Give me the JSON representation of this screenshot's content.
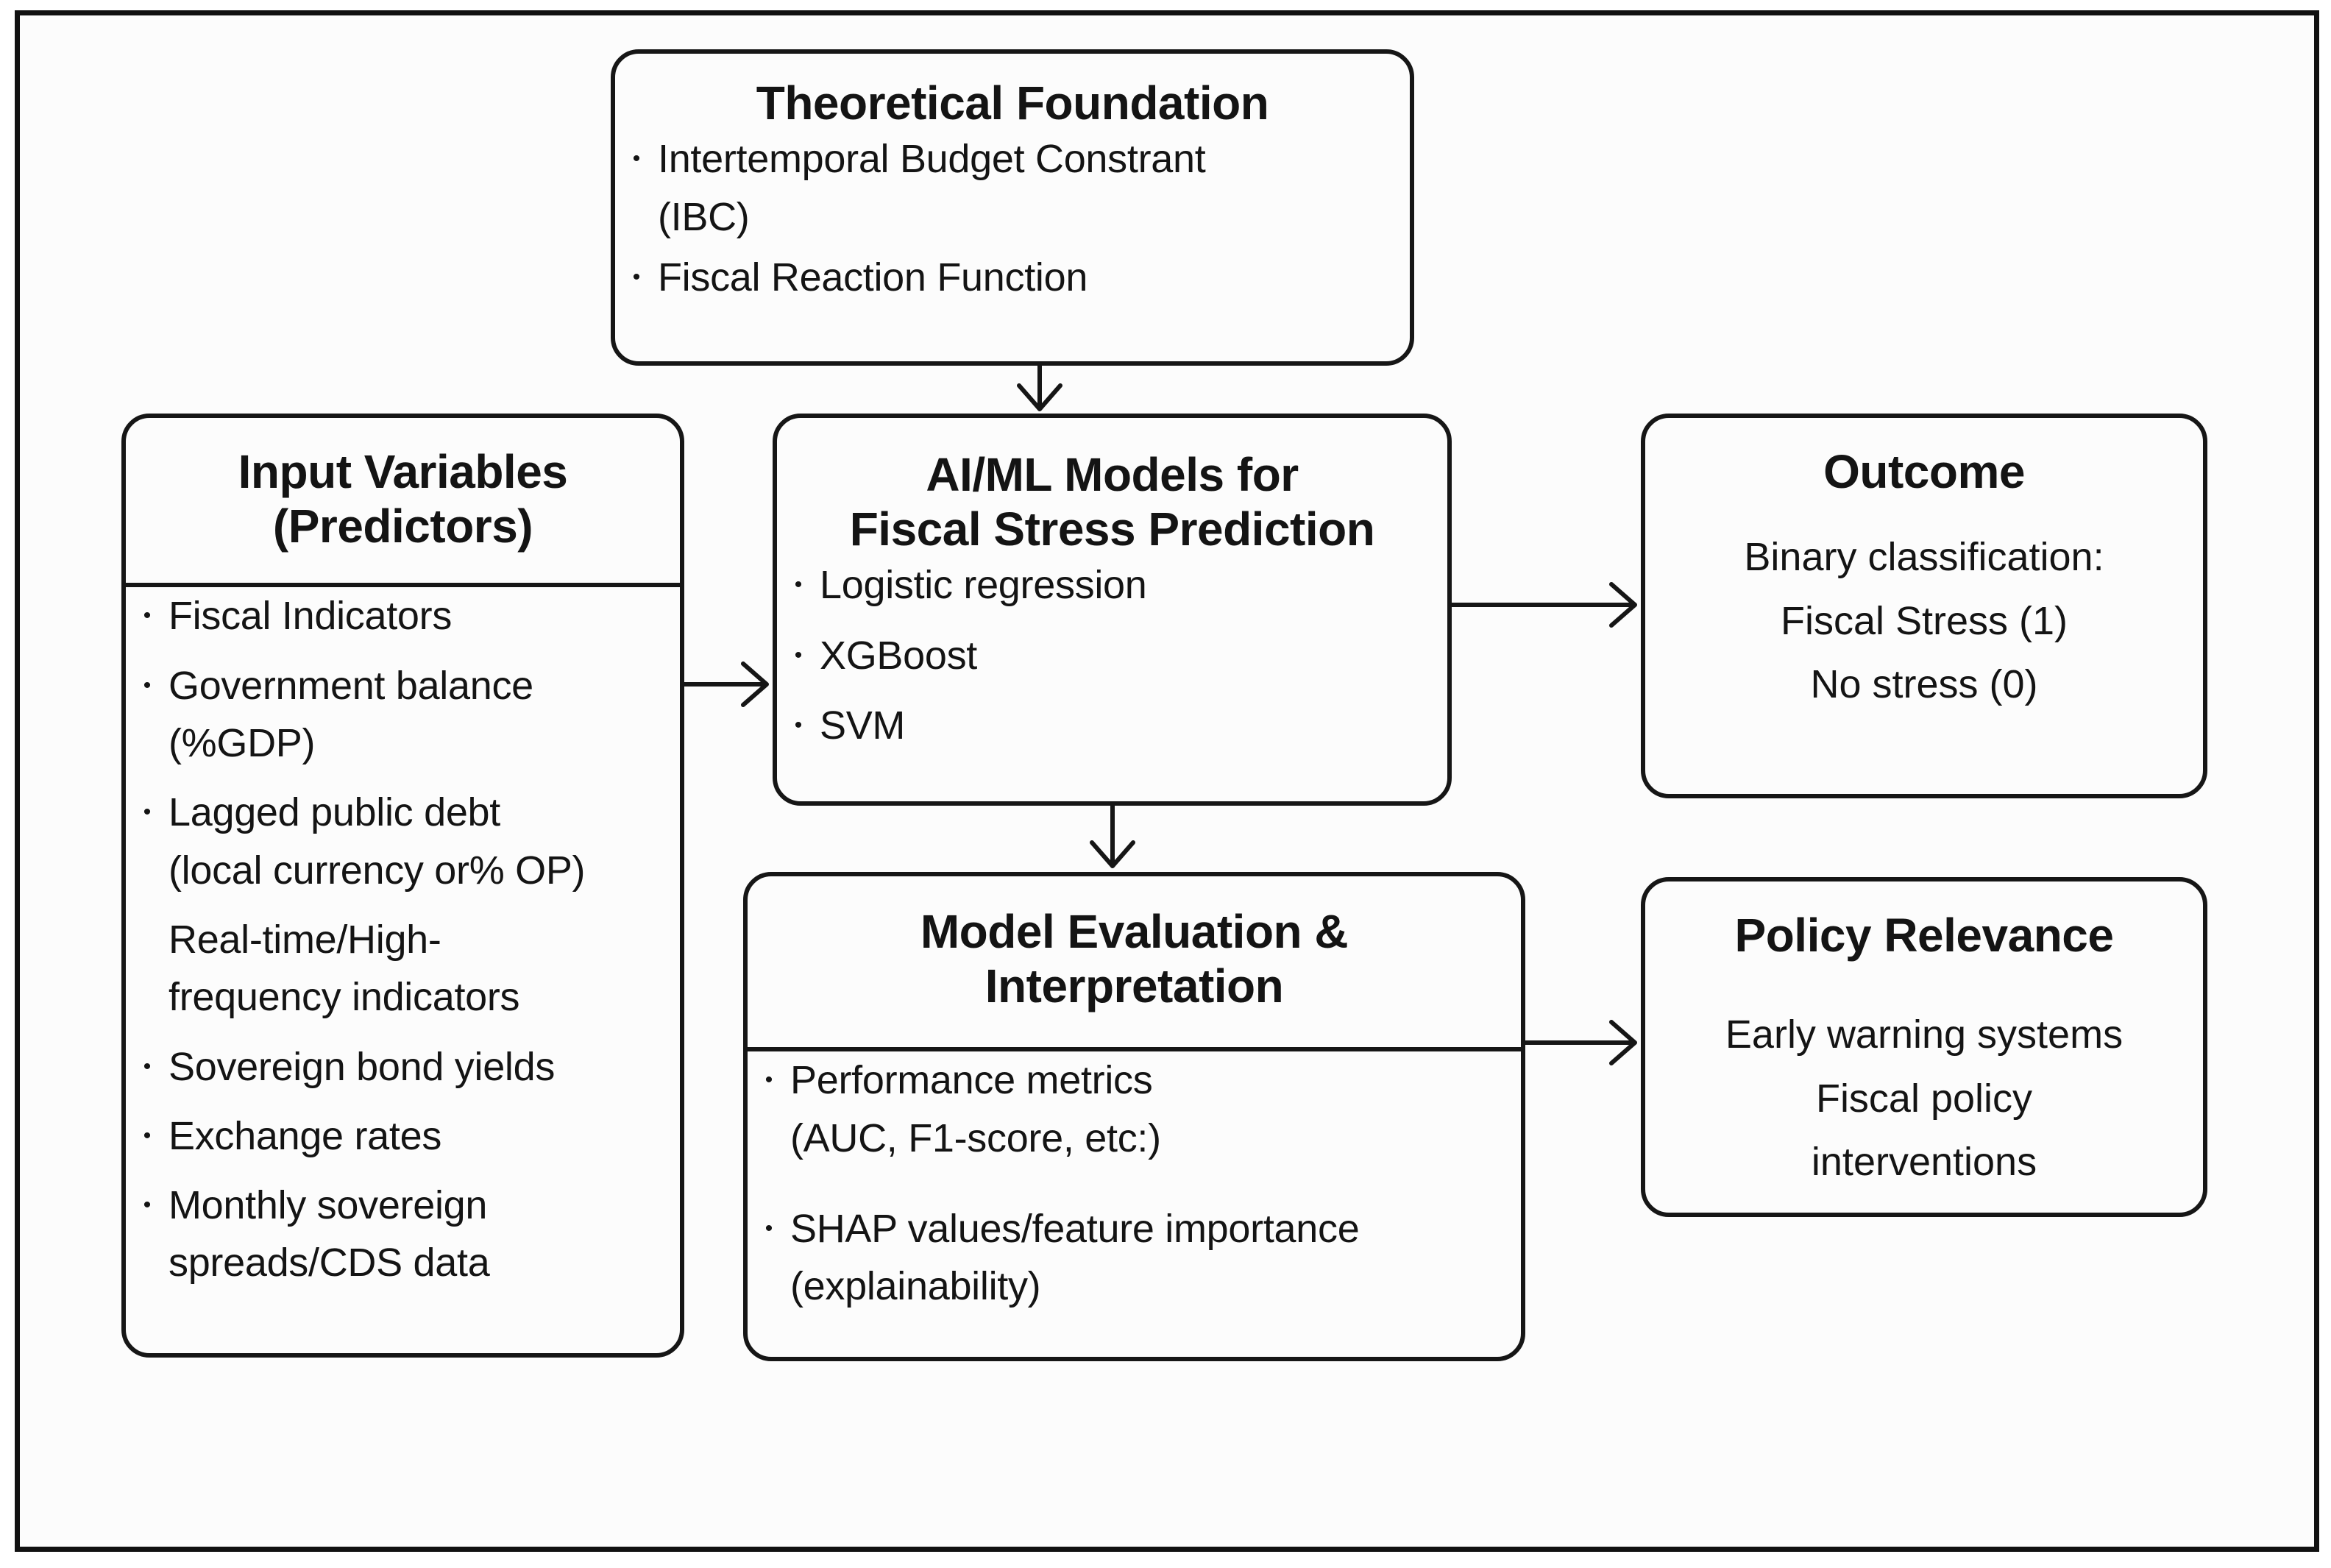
{
  "glyphs": {
    "bullet": "•"
  },
  "colors": {
    "ink": "#141414",
    "border": "#161616",
    "background": "#fcfcfc"
  },
  "boxes": {
    "theoretical_foundation": {
      "title": "Theoretical Foundation",
      "items": [
        {
          "bullet": true,
          "text": "Intertemporal Budget Constrant\n(IBC)"
        },
        {
          "bullet": true,
          "text": "Fiscal Reaction Function"
        }
      ]
    },
    "input_variables": {
      "title": "Input Variables\n(Predictors)",
      "items": [
        {
          "bullet": true,
          "text": "Fiscal Indicators"
        },
        {
          "bullet": true,
          "text": "Government balance\n(%GDP)"
        },
        {
          "bullet": true,
          "text": "Lagged public debt\n(local currency or% OP)"
        },
        {
          "bullet": false,
          "text": "Real-time/High-\nfrequency indicators"
        },
        {
          "bullet": true,
          "text": "Sovereign bond yields"
        },
        {
          "bullet": true,
          "text": "Exchange rates"
        },
        {
          "bullet": true,
          "text": "Monthly sovereign\nspreads/CDS data"
        }
      ]
    },
    "ai_ml_models": {
      "title": "AI/ML Models for\nFiscal Stress Prediction",
      "items": [
        {
          "bullet": true,
          "text": "Logistic regression"
        },
        {
          "bullet": true,
          "text": "XGBoost"
        },
        {
          "bullet": true,
          "text": "SVM"
        }
      ]
    },
    "outcome": {
      "title": "Outcome",
      "lines": [
        "Binary classification:",
        "Fiscal Stress (1)",
        "No stress (0)"
      ]
    },
    "model_evaluation": {
      "title": "Model Evaluation &\nInterpretation",
      "items": [
        {
          "bullet": true,
          "text": "Performance metrics\n(AUC, F1-score, etc:)"
        },
        {
          "bullet": true,
          "text": "SHAP values/feature importance\n(explainability)"
        }
      ]
    },
    "policy_relevance": {
      "title": "Policy Relevance",
      "lines": [
        "Early warning systems",
        "Fiscal policy\ninterventions"
      ]
    }
  }
}
